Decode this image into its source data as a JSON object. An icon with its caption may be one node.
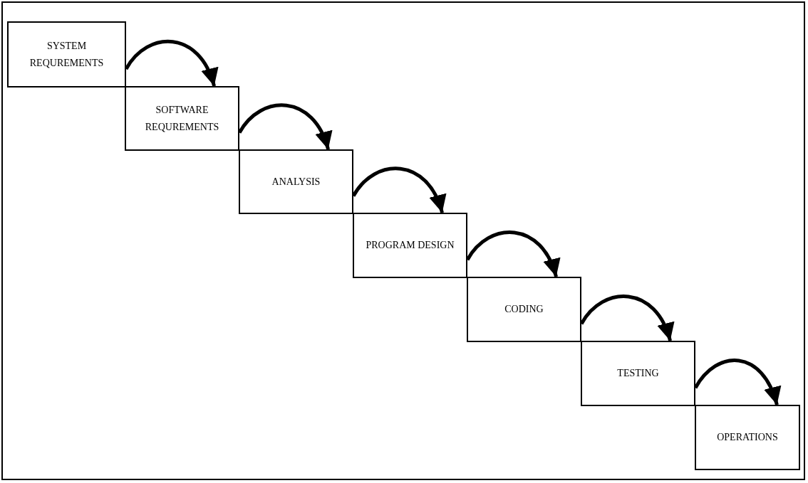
{
  "diagram": {
    "nodes": [
      {
        "text": [
          "SYSTEM REQUREMENTS"
        ]
      },
      {
        "text": [
          "SOFTWARE REQUREMENTS"
        ]
      },
      {
        "text": [
          "ANALYSIS"
        ]
      },
      {
        "text": [
          "PROGRAM DESIGN"
        ]
      },
      {
        "text": [
          "CODING"
        ]
      },
      {
        "text": [
          "TESTING"
        ]
      },
      {
        "text": [
          "OPERATIONS"
        ]
      }
    ],
    "edges": [
      {
        "from": 0,
        "to": 1,
        "arrow": "to"
      },
      {
        "from": 1,
        "to": 2,
        "arrow": "to"
      },
      {
        "from": 2,
        "to": 3,
        "arrow": "to"
      },
      {
        "from": 3,
        "to": 4,
        "arrow": "to"
      },
      {
        "from": 4,
        "to": 5,
        "arrow": "to"
      },
      {
        "from": 5,
        "to": 6,
        "arrow": "to"
      }
    ]
  }
}
